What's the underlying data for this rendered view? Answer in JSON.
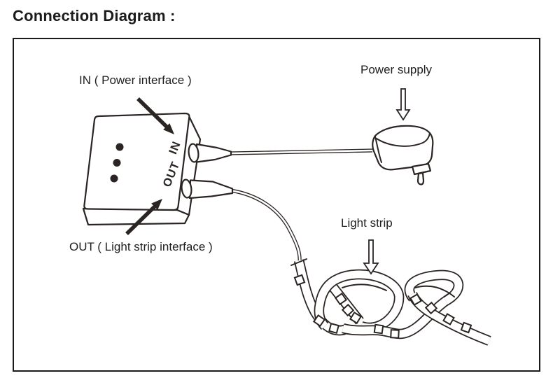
{
  "page": {
    "title": "Connection Diagram :"
  },
  "diagram": {
    "callouts": {
      "in": "IN ( Power interface )",
      "out": "OUT ( Light strip interface )",
      "power_supply": "Power supply",
      "light_strip": "Light strip"
    },
    "controller": {
      "port_in_label": "IN",
      "port_out_label": "OUT",
      "indicator_led_count": 3
    },
    "colors": {
      "line": "#2a2422",
      "label_text": "#1f1f1f",
      "background": "#ffffff"
    }
  }
}
